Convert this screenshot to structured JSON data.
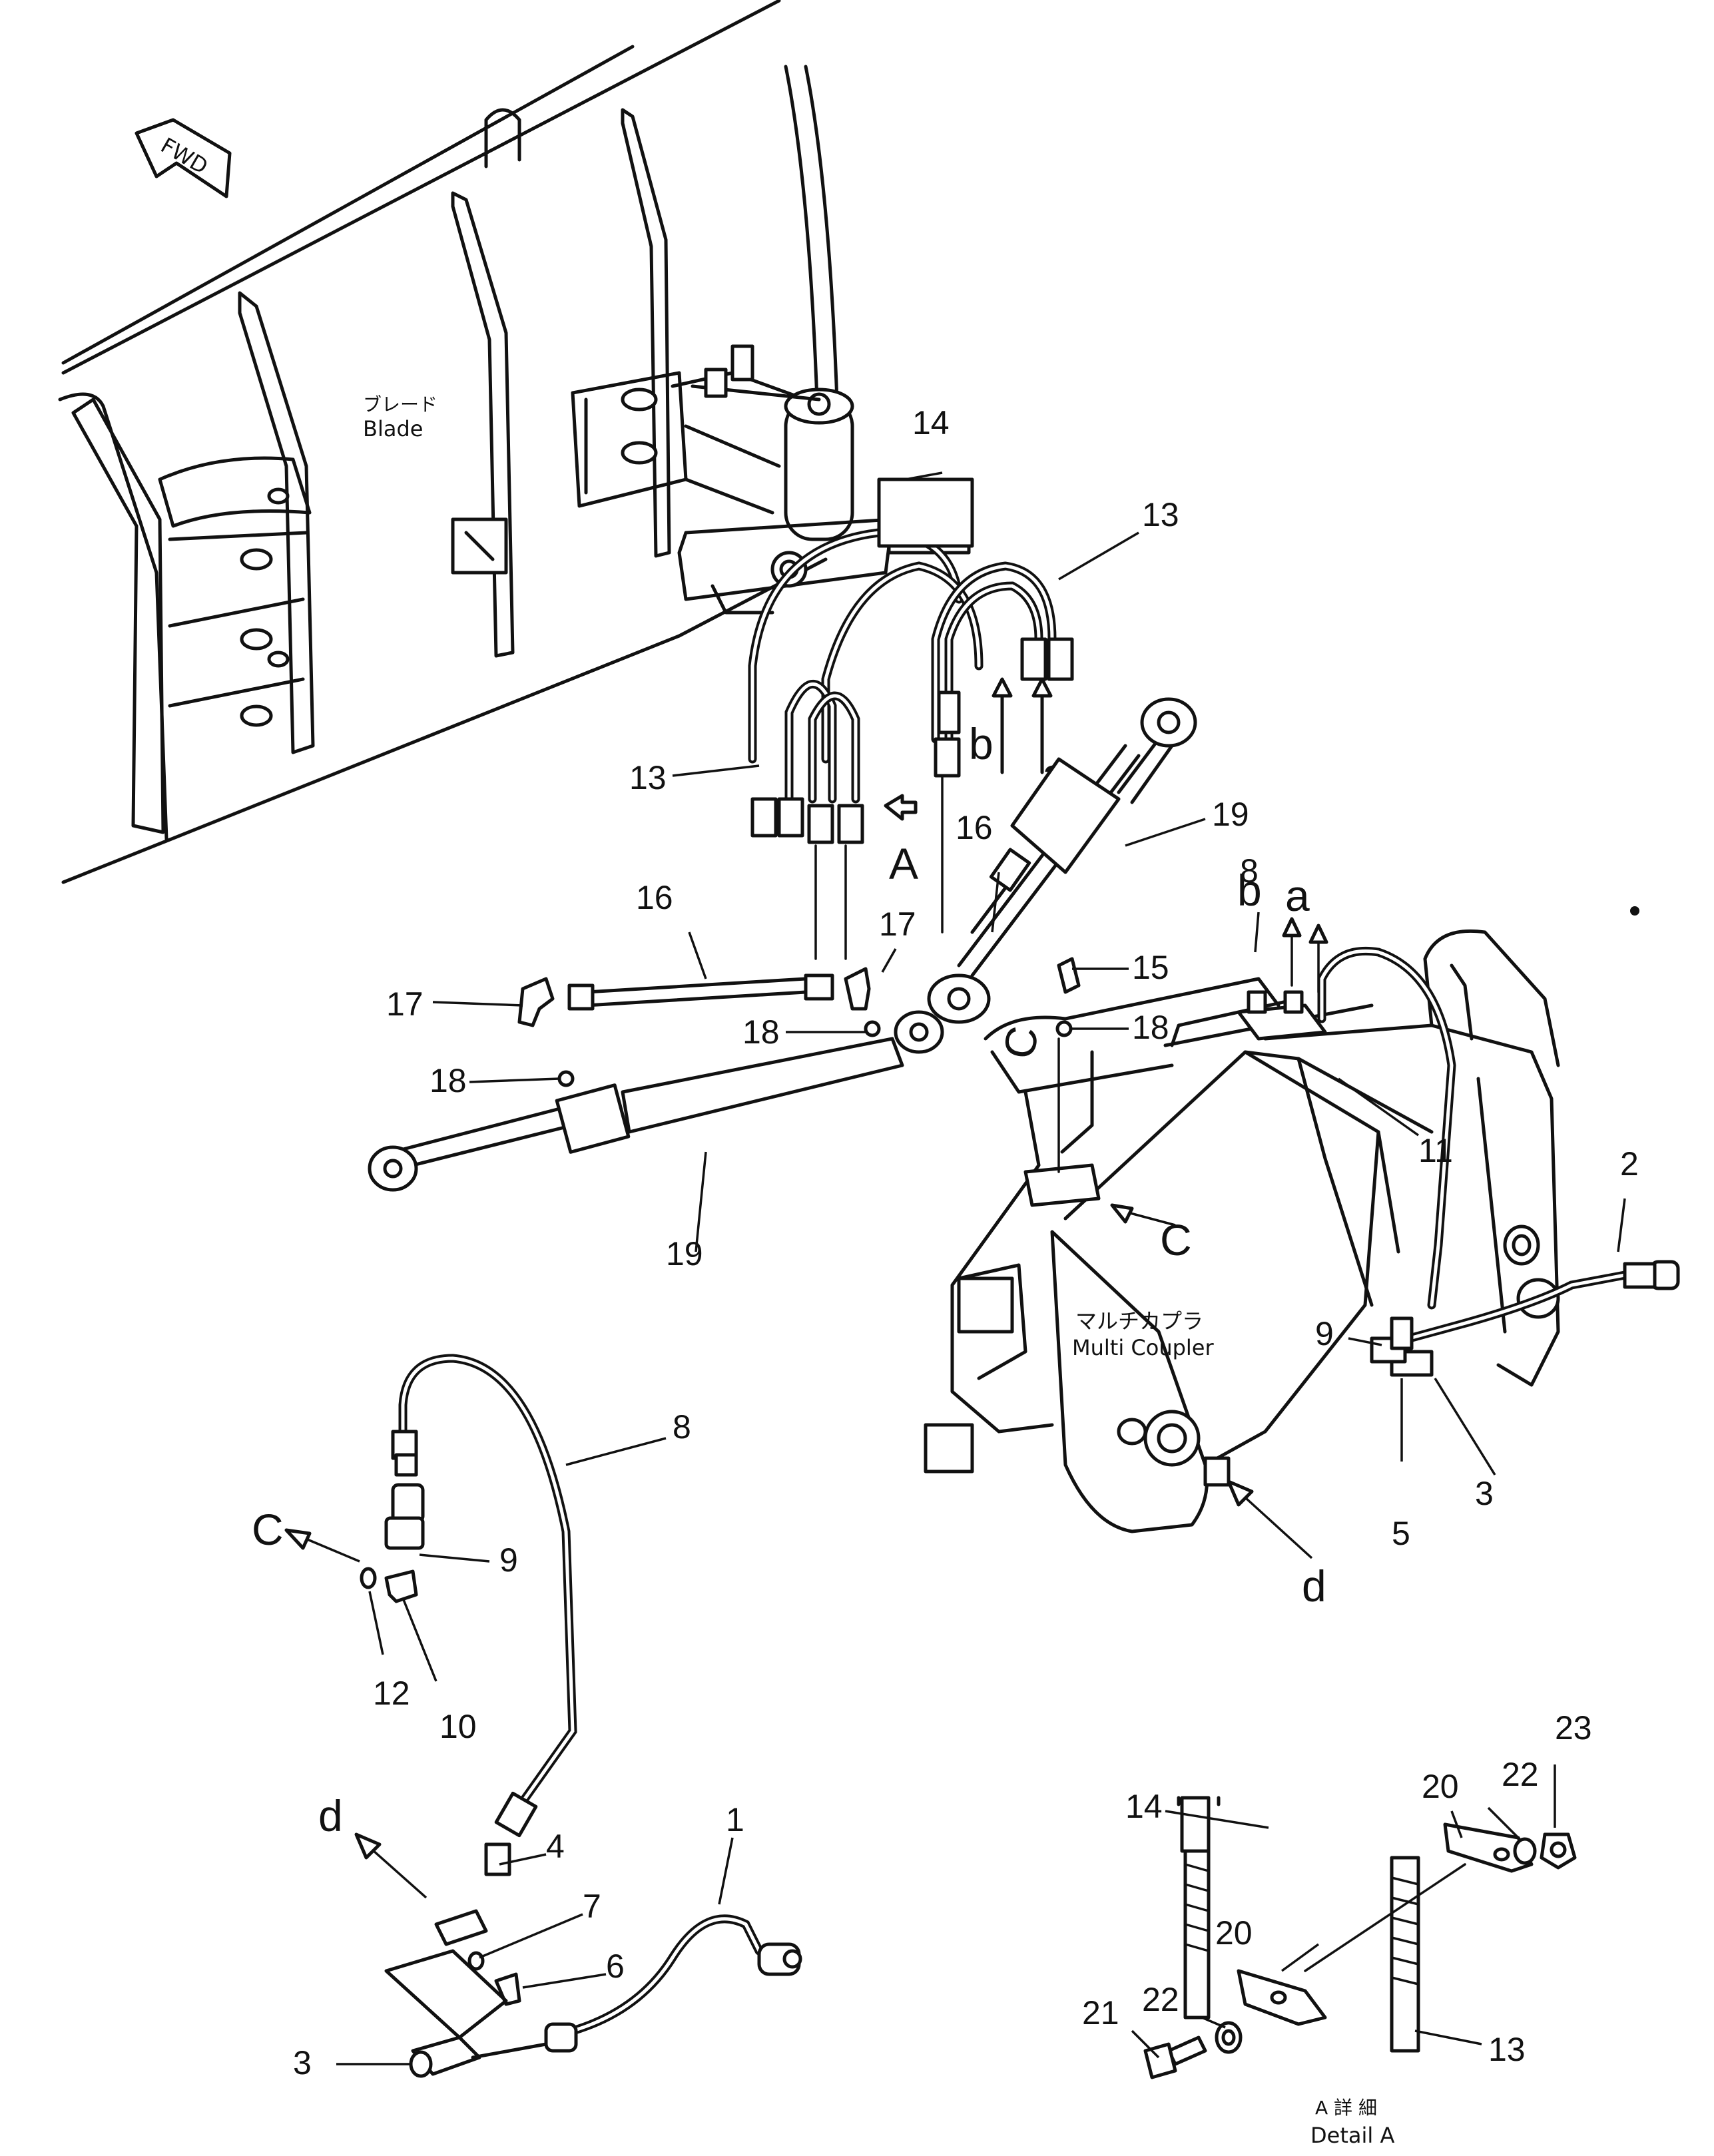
{
  "direction_badge": "FWD",
  "components": {
    "blade_jp": "ブレード",
    "blade_en": "Blade",
    "coupler_jp": "マルチカプラ",
    "coupler_en": "Multi Coupler"
  },
  "view_marks": {
    "detail_view": "A",
    "port_b": "b",
    "port_a": "a",
    "port_c": "C",
    "port_d": "d"
  },
  "part_callouts": [
    "1",
    "2",
    "3",
    "4",
    "5",
    "6",
    "7",
    "8",
    "9",
    "10",
    "11",
    "12",
    "13",
    "14",
    "15",
    "16",
    "17",
    "18",
    "19",
    "20",
    "21",
    "22",
    "23"
  ],
  "detail_caption": {
    "line1": "A 詳 細",
    "line2": "Detail A"
  }
}
